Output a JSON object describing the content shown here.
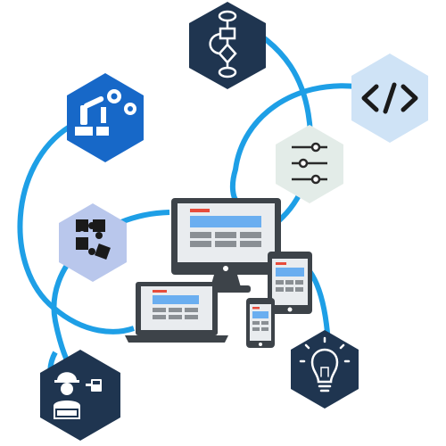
{
  "illustration": {
    "colors": {
      "ring": "#1e9fe6",
      "navy": "#1f3550",
      "blue_hex": "#1768c8",
      "light_hex": "#cfe3f6",
      "pale_hex": "#e3ece8",
      "puzzle_hex": "#b9c7ec",
      "device_dark": "#3d4349",
      "screen_bg": "#e9ecef",
      "screen_red": "#e74c3c",
      "screen_blue": "#6aaef0",
      "screen_gray": "#8a8f94"
    },
    "nodes": [
      {
        "name": "flowchart-hex",
        "icon": "flowchart-icon"
      },
      {
        "name": "code-hex",
        "icon": "code-brackets-icon"
      },
      {
        "name": "robot-arm-gears-hex",
        "icon": "robot-arm-gears-icon"
      },
      {
        "name": "sliders-hex",
        "icon": "sliders-icon"
      },
      {
        "name": "puzzle-hex",
        "icon": "puzzle-pieces-icon"
      },
      {
        "name": "lightbulb-hex",
        "icon": "lightbulb-icon"
      },
      {
        "name": "engineer-hex",
        "icon": "engineer-with-laptop-icon"
      }
    ],
    "devices": [
      "desktop-monitor",
      "laptop",
      "tablet",
      "smartphone"
    ]
  }
}
